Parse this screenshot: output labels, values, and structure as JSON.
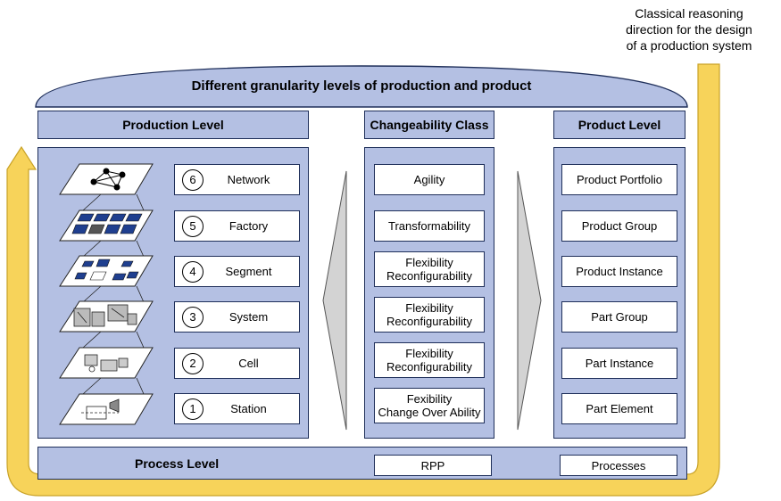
{
  "annotation": "Classical reasoning\ndirection for the design\nof a production system",
  "banner_title": "Different granularity levels of production and product",
  "columns": {
    "production": {
      "header": "Production Level",
      "levels": [
        {
          "num": "6",
          "label": "Network"
        },
        {
          "num": "5",
          "label": "Factory"
        },
        {
          "num": "4",
          "label": "Segment"
        },
        {
          "num": "3",
          "label": "System"
        },
        {
          "num": "2",
          "label": "Cell"
        },
        {
          "num": "1",
          "label": "Station"
        }
      ]
    },
    "changeability": {
      "header": "Changeability Class",
      "items": [
        "Agility",
        "Transformability",
        "Flexibility\nReconfigurability",
        "Flexibility\nReconfigurability",
        "Flexibility\nReconfigurability",
        "Fexibility\nChange Over Ability"
      ]
    },
    "product": {
      "header": "Product Level",
      "items": [
        "Product Portfolio",
        "Product Group",
        "Product Instance",
        "Part Group",
        "Part Instance",
        "Part Element"
      ]
    }
  },
  "process_bar": {
    "label": "Process Level",
    "rpp": "RPP",
    "processes": "Processes"
  },
  "colors": {
    "panel_fill": "#b4c0e3",
    "border": "#1f2f5a",
    "arrow": "#f7d35a",
    "arrow_edge": "#c9a227",
    "triangle": "#d3d3d3"
  }
}
